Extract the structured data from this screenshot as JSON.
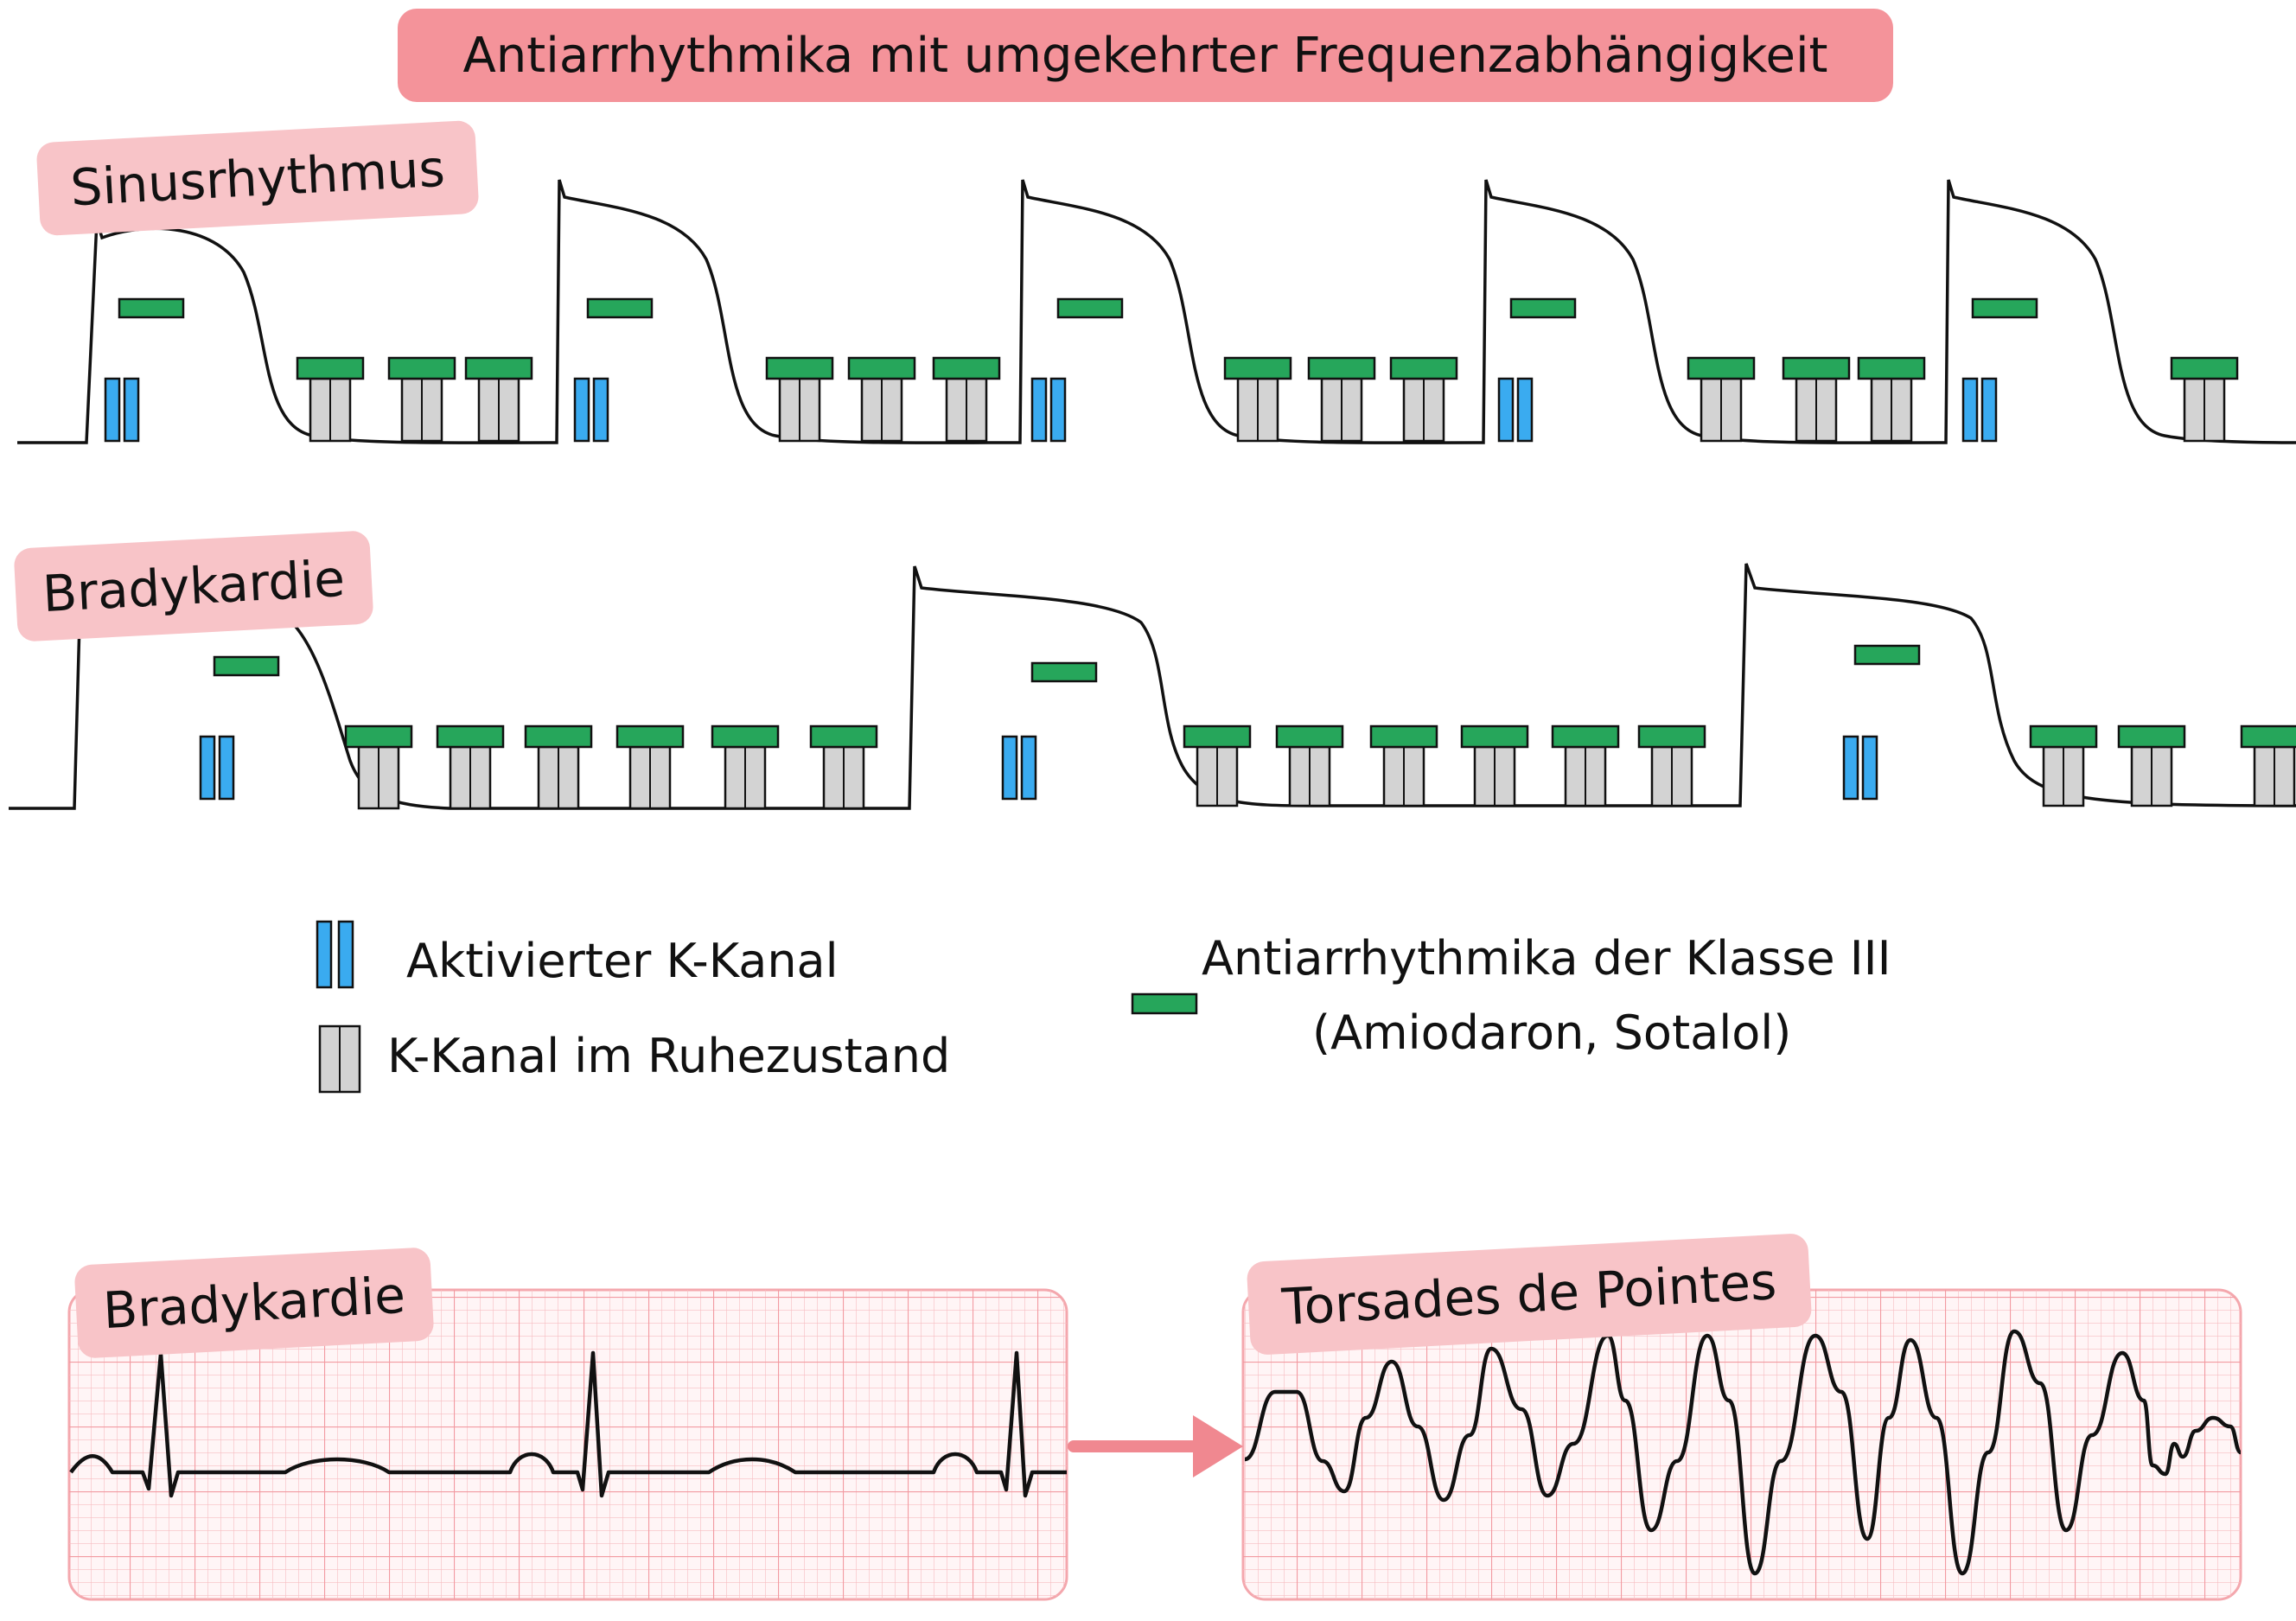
{
  "title": "Antiarrhythmika mit umgekehrter Frequenzabhängigkeit",
  "sections": {
    "sinus_label": "Sinusrhythmus",
    "brady_label": "Bradykardie",
    "ecg_brady_label": "Bradykardie",
    "ecg_torsade_label": "Torsades de Pointes"
  },
  "legend": {
    "activated_channel": "Aktivierter K-Kanal",
    "resting_channel": "K-Kanal im Ruhezustand",
    "drug_line1": "Antiarrhythmika der Klasse III",
    "drug_line2": "(Amiodaron, Sotalol)"
  },
  "colors": {
    "title_bg": "#f4939a",
    "label_bg": "#f8c4c8",
    "activated_channel": "#3aabf0",
    "resting_channel": "#d3d3d3",
    "drug": "#26a65b",
    "ecg_grid": "#f4a7ad",
    "ecg_bg": "#fde9ea",
    "arrow": "#f08890"
  }
}
